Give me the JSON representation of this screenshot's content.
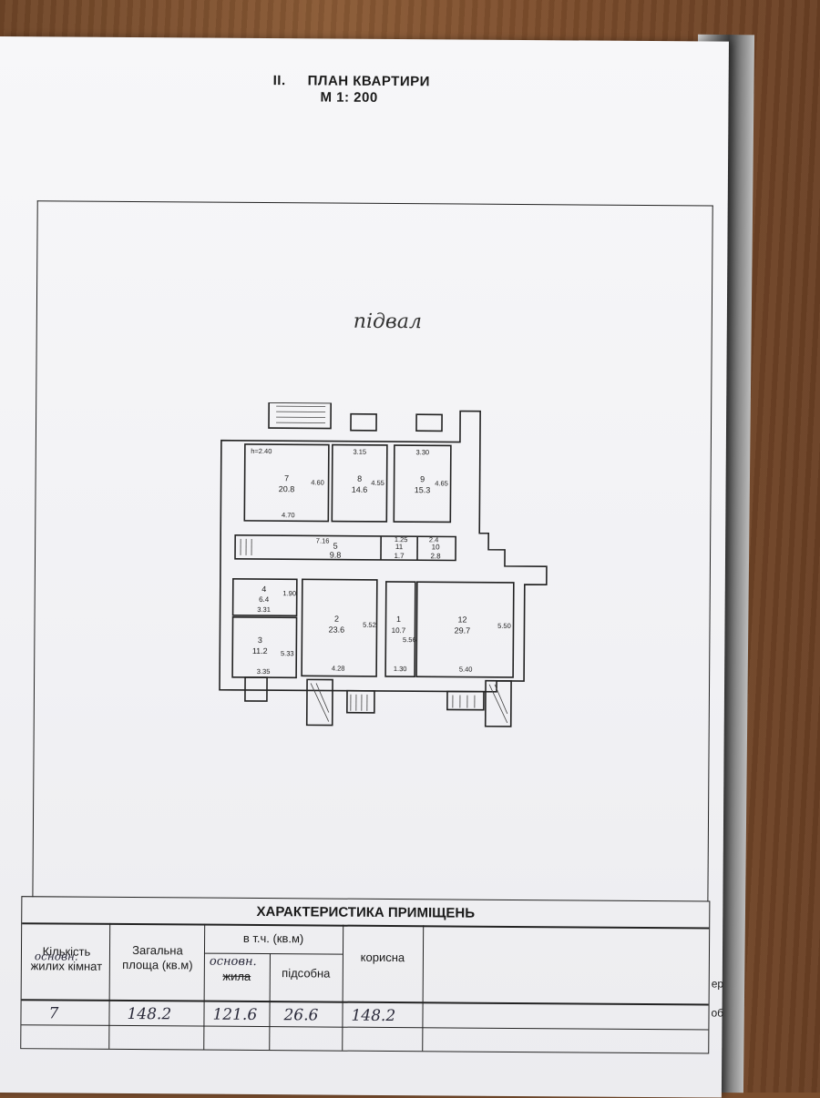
{
  "header": {
    "section": "II.",
    "title": "ПЛАН КВАРТИРИ",
    "scale": "М 1: 200"
  },
  "plan": {
    "handwritten_label": "підвал",
    "rooms": [
      {
        "num": "7",
        "area": "20.8"
      },
      {
        "num": "8",
        "area": "14.6"
      },
      {
        "num": "9",
        "area": "15.3"
      },
      {
        "num": "5",
        "area": "9.8"
      },
      {
        "num": "11",
        "area": "1.7"
      },
      {
        "num": "10",
        "area": "2.8"
      },
      {
        "num": "4",
        "area": "6.4"
      },
      {
        "num": "3",
        "area": "11.2"
      },
      {
        "num": "2",
        "area": "23.6"
      },
      {
        "num": "1",
        "area": "10.7"
      },
      {
        "num": "12",
        "area": "29.7"
      }
    ],
    "dims": {
      "h": "h=2.40",
      "d315": "3.15",
      "d330": "3.30",
      "d460": "4.60",
      "d455": "4.55",
      "d465": "4.65",
      "d470": "4.70",
      "d716": "7.16",
      "d125": "1.25",
      "d24": "2.4",
      "d190": "1.90",
      "d331": "3.31",
      "d533": "5.33",
      "d335": "3.35",
      "d552": "5.52",
      "d556": "5.56",
      "d550": "5.50",
      "d428": "4.28",
      "d130": "1.30",
      "d540": "5.40"
    }
  },
  "characteristics": {
    "title": "ХАРАКТЕРИСТИКА ПРИМІЩЕНЬ",
    "col_rooms": "Кількість жилих кімнат",
    "col_rooms_hand": "основн.",
    "col_total": "Загальна площа (кв.м)",
    "col_incl": "в т.ч. (кв.м)",
    "col_main": "жила",
    "col_main_hand": "основн.",
    "col_aux": "підсобна",
    "col_useful": "корисна",
    "values": {
      "rooms": "7",
      "total": "148.2",
      "main": "121.6",
      "aux": "26.6",
      "useful": "148.2"
    },
    "edge_text_1": "ер",
    "edge_text_2": "об"
  }
}
